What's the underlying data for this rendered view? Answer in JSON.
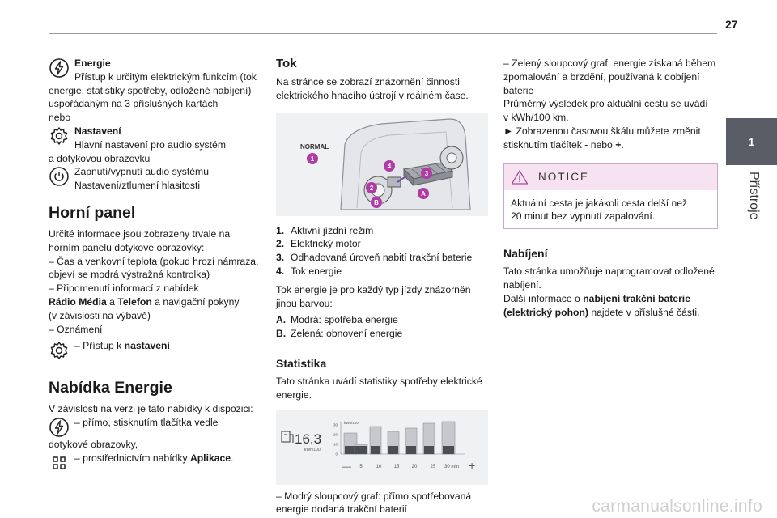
{
  "header": {
    "page_number": "27"
  },
  "side": {
    "tab": "1",
    "label": "Přístroje"
  },
  "col1": {
    "energie_title": "Energie",
    "energie_desc1": "Přístup k určitým elektrickým funkcím (tok",
    "energie_desc2": "energie, statistiky spotřeby, odložené nabíjení)",
    "energie_desc3": "uspořádaným na 3 příslušných kartách",
    "nebo": "nebo",
    "nastaveni_title": "Nastavení",
    "nastaveni_desc1": "Hlavní nastavení pro audio systém",
    "nastaveni_desc2": "a dotykovou obrazovku",
    "power_line1": "Zapnutí/vypnutí audio systému",
    "power_line2": "Nastavení/ztlumení hlasitosti",
    "horni_heading": "Horní panel",
    "horni_l1": "Určité informace jsou zobrazeny trvale na",
    "horni_l2": "horním panelu dotykové obrazovky:",
    "horni_l3": "– Čas a venkovní teplota (pokud hrozí námraza,",
    "horni_l4": "objeví se modrá výstražná kontrolka)",
    "horni_l5": "– Připomenutí informací z nabídek",
    "radio": "Rádio Média",
    "a_word": " a ",
    "telefon": "Telefon",
    "horni_l6_rest": " a navigační pokyny",
    "horni_l7": "(v závislosti na výbavě)",
    "horni_l8": "– Oznámení",
    "pristup_prefix": "– Přístup k ",
    "pristup_bold": "nastavení",
    "nabidka_heading": "Nabídka Energie",
    "nab_l1": "V závislosti na verzi je tato nabídky k dispozici:",
    "nab_l2": "– přímo, stisknutím tlačítka vedle",
    "nab_l3": "dotykové obrazovky,",
    "nab_l4_prefix": "– prostřednictvím nabídky ",
    "nab_l4_bold": "Aplikace",
    "nab_l4_end": "."
  },
  "col2": {
    "tok_heading": "Tok",
    "tok_l1": "Na stránce se zobrazí znázornění činnosti",
    "tok_l2": "elektrického hnacího ústrojí v reálném čase.",
    "figure": {
      "mode_label": "NORMAL",
      "m1": "1",
      "m2": "2",
      "m3": "3",
      "m4": "4",
      "mA": "A",
      "mB": "B"
    },
    "list": [
      {
        "k": "1.",
        "v": "Aktivní jízdní režim"
      },
      {
        "k": "2.",
        "v": "Elektrický motor"
      },
      {
        "k": "3.",
        "v": "Odhadovaná úroveň nabití trakční baterie"
      },
      {
        "k": "4.",
        "v": "Tok energie"
      }
    ],
    "tok_type1": "Tok energie je pro každý typ jízdy znázorněn",
    "tok_type2": "jinou barvou:",
    "colors": [
      {
        "k": "A.",
        "v": "Modrá: spotřeba energie"
      },
      {
        "k": "B.",
        "v": "Zelená: obnovení energie"
      }
    ],
    "stat_heading": "Statistika",
    "stat_l1": "Tato stránka uvádí statistiky spotřeby elektrické",
    "stat_l2": "energie.",
    "stat_fig": {
      "value": "16.3",
      "unit": "kWh/100",
      "yunit": "kWh/100",
      "yticks": [
        "30",
        "20",
        "10",
        "0"
      ],
      "xticks": [
        "5",
        "10",
        "15",
        "20",
        "25",
        "30 min"
      ],
      "minus": "—",
      "plus": "+"
    },
    "modry1": "– Modrý sloupcový graf: přímo spotřebovaná",
    "modry2": "energie dodaná trakční baterií"
  },
  "col3": {
    "z1": "– Zelený sloupcový graf: energie získaná během",
    "z2": "zpomalování a brzdění, používaná k dobíjení",
    "z3": "baterie",
    "pr1": "Průměrný výsledek pro aktuální cestu se uvádí",
    "pr2": "v kWh/100 km.",
    "arr_prefix": "► Zobrazenou časovou škálu můžete změnit",
    "arr2_prefix": "stisknutím tlačítek ",
    "minus": "-",
    "nebo": " nebo ",
    "plus": "+",
    "dot": ".",
    "notice_title": "NOTICE",
    "notice_l1": "Aktuální cesta je jakákoli cesta delší než",
    "notice_l2": "20 minut bez vypnutí zapalování.",
    "nabijeni_heading": "Nabíjení",
    "nb1": "Tato stránka umožňuje naprogramovat odložené",
    "nb2": "nabíjení.",
    "nb3_prefix": "Další informace o ",
    "nb3_bold": "nabíjení trakční baterie",
    "nb4_bold": "(elektrický pohon)",
    "nb4_rest": " najdete v příslušné části."
  },
  "footer": {
    "watermark": "carmanualsonline.info"
  }
}
